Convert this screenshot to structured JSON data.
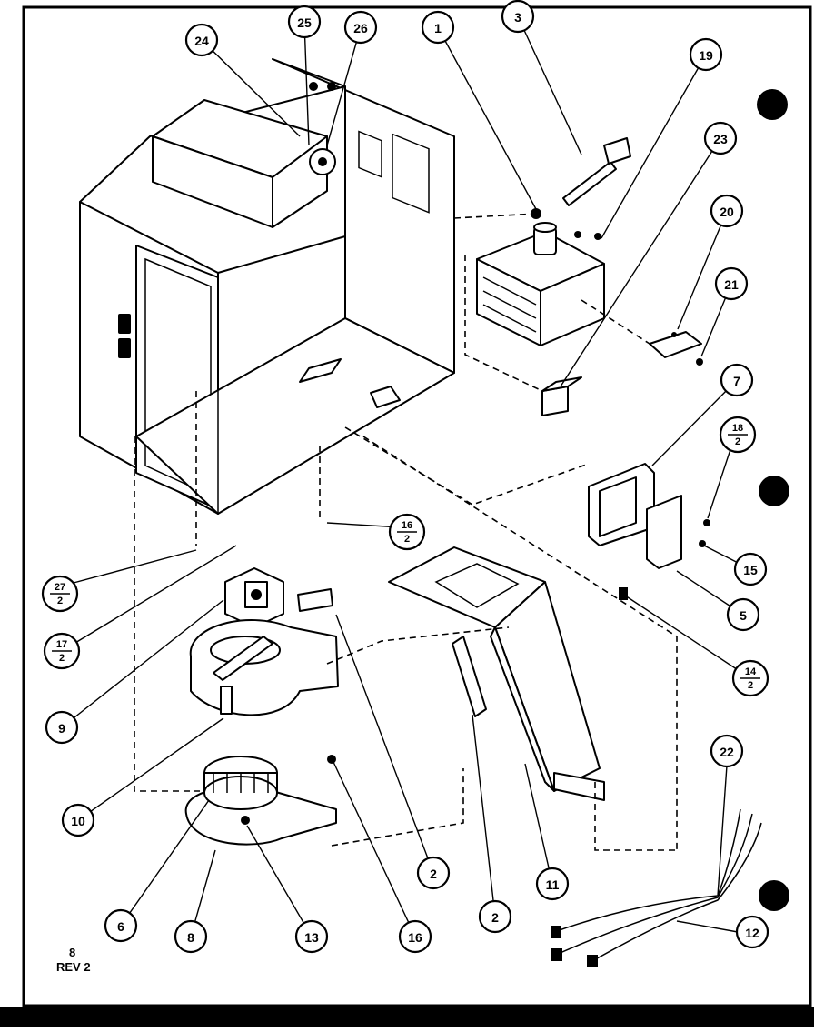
{
  "diagram": {
    "callouts": [
      {
        "id": "c1",
        "label": "1"
      },
      {
        "id": "c3",
        "label": "3"
      },
      {
        "id": "c19",
        "label": "19"
      },
      {
        "id": "c23",
        "label": "23"
      },
      {
        "id": "c20",
        "label": "20"
      },
      {
        "id": "c21",
        "label": "21"
      },
      {
        "id": "c24",
        "label": "24"
      },
      {
        "id": "c25",
        "label": "25"
      },
      {
        "id": "c26",
        "label": "26"
      },
      {
        "id": "c7",
        "label": "7"
      },
      {
        "id": "c18",
        "label": "18",
        "qty": "2"
      },
      {
        "id": "c15",
        "label": "15"
      },
      {
        "id": "c5",
        "label": "5"
      },
      {
        "id": "c14",
        "label": "14",
        "qty": "2"
      },
      {
        "id": "c16a",
        "label": "16",
        "qty": "2"
      },
      {
        "id": "c27",
        "label": "27",
        "qty": "2"
      },
      {
        "id": "c17",
        "label": "17",
        "qty": "2"
      },
      {
        "id": "c9",
        "label": "9"
      },
      {
        "id": "c10",
        "label": "10"
      },
      {
        "id": "c6",
        "label": "6"
      },
      {
        "id": "c8",
        "label": "8"
      },
      {
        "id": "c13",
        "label": "13"
      },
      {
        "id": "c16b",
        "label": "16"
      },
      {
        "id": "c2a",
        "label": "2"
      },
      {
        "id": "c2b",
        "label": "2"
      },
      {
        "id": "c11",
        "label": "11"
      },
      {
        "id": "c22",
        "label": "22"
      },
      {
        "id": "c12",
        "label": "12"
      }
    ],
    "footer": {
      "code": "8",
      "revision": "REV 2"
    }
  }
}
